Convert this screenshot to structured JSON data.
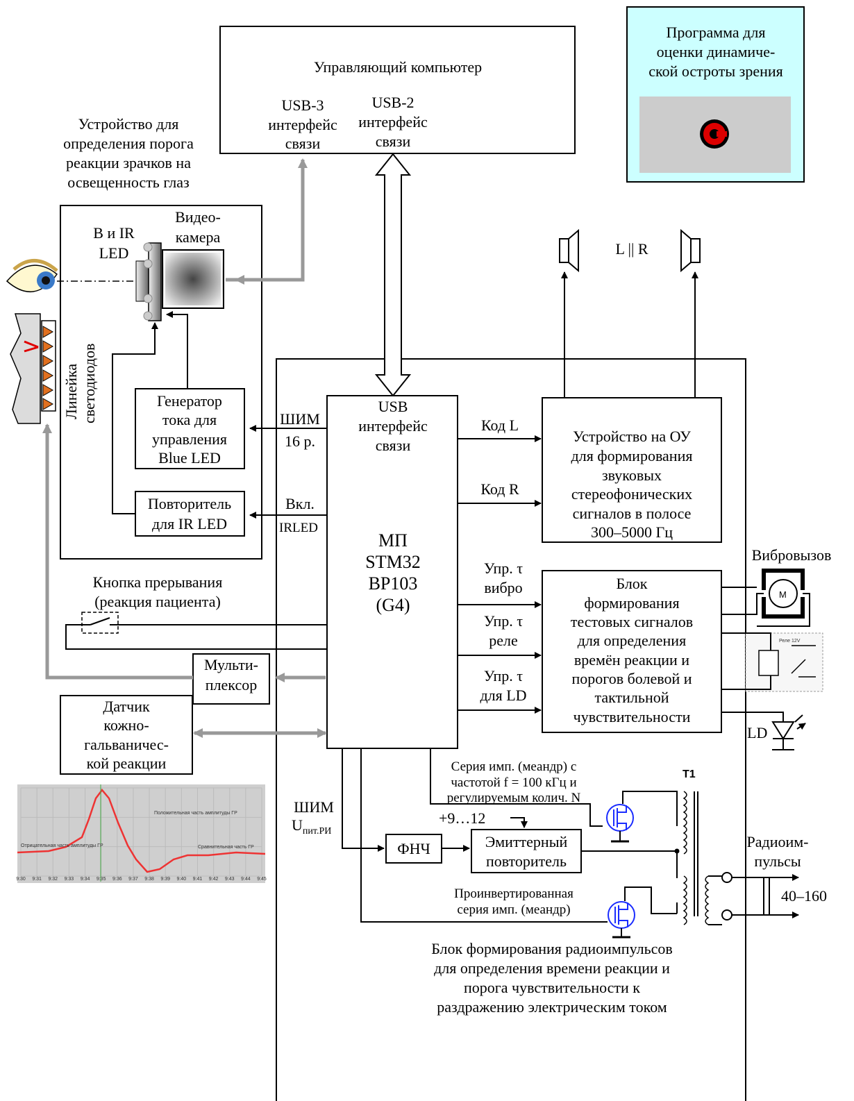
{
  "program_box": {
    "lines": [
      "Программа для",
      "оценки динамиче-",
      "ской остроты зрения"
    ]
  },
  "computer": {
    "title": "Управляющий компьютер",
    "usb3": [
      "USB-3",
      "интерфейс",
      "связи"
    ],
    "usb2": [
      "USB-2",
      "интерфейс",
      "связи"
    ]
  },
  "pupil_device": {
    "lines": [
      "Устройство для",
      "определения порога",
      "реакции зрачков на",
      "освещенность глаз"
    ]
  },
  "led_label": [
    "B и IR",
    "LED"
  ],
  "camera_label": [
    "Видео-",
    "камера"
  ],
  "led_strip_label": [
    "Линейка",
    "светодиодов"
  ],
  "current_gen": [
    "Генератор",
    "тока для",
    "управления",
    "Blue LED"
  ],
  "repeater_ir": [
    "Повторитель",
    "для IR LED"
  ],
  "pwm_16": [
    "ШИМ",
    "16 р."
  ],
  "irled_on": [
    "Вкл.",
    "IRLED"
  ],
  "mcu": {
    "usb": [
      "USB",
      "интерфейс",
      "связи"
    ],
    "name": [
      "МП",
      "STM32",
      "BP103",
      "(G4)"
    ]
  },
  "code_l": "Код L",
  "code_r": "Код R",
  "speakers_label": "L || R",
  "sound_device": [
    "Устройство на ОУ",
    "для формирования",
    "звуковых",
    "стереофонических",
    "сигналов в полосе",
    "300–5000 Гц"
  ],
  "ctrl_vibro": [
    "Упр. τ",
    "вибро"
  ],
  "ctrl_relay": [
    "Упр. τ",
    "реле"
  ],
  "ctrl_ld": [
    "Упр. τ",
    "для LD"
  ],
  "test_block": [
    "Блок",
    "формирования",
    "тестовых сигналов",
    "для определения",
    "времён реакции и",
    "порогов болевой и",
    "тактильной",
    "чувствительности"
  ],
  "vibro_label": "Вибровызов",
  "ld_label": "LD",
  "button_label": [
    "Кнопка прерывания",
    "(реакция пациента)"
  ],
  "mux": [
    "Мульти-",
    "плексор"
  ],
  "gsr_sensor": [
    "Датчик",
    "кожно-",
    "гальваничес-",
    "кой реакции"
  ],
  "pulse_series": [
    "Серия имп. (меандр) с",
    "частотой f = 100 кГц и",
    "регулируемым колич. N"
  ],
  "supply_voltage": "+9…12",
  "pwm_supply": {
    "main": "ШИМ",
    "sub_main": "U",
    "sub_index": "пит.РИ"
  },
  "lpf": "ФНЧ",
  "emitter_follower": [
    "Эмиттерный",
    "повторитель"
  ],
  "inverted_series": [
    "Проинвертированная",
    "серия имп. (меандр)"
  ],
  "transformer": "T1",
  "radio_pulses": [
    "Радиоим-",
    "пульсы"
  ],
  "pulse_range": "40–160",
  "rp_block_caption": [
    "Блок формирования радиоимпульсов",
    "для определения времени реакции и",
    "порога чувствительности к",
    "раздражению электрическим током"
  ],
  "relay_tag": "Реле 12V",
  "gsr_chart": {
    "annotations": [
      "Положительная часть амплитуды ГР",
      "Отрицательная часть амплитуды ГР",
      "Сравнительная часть ГР"
    ],
    "x_ticks": [
      "9:30",
      "9:31",
      "9:32",
      "9:33",
      "9:34",
      "9:35",
      "9:36",
      "9:37",
      "9:38",
      "9:39",
      "9:40",
      "9:41",
      "9:42",
      "9:43",
      "9:44",
      "9:45"
    ]
  },
  "colors": {
    "program_bg": "#ccffff",
    "arrow_gray": "#999999",
    "target_red": "#dd0000",
    "chart_bg": "#cfcfcf",
    "chart_line": "#ee3333",
    "mosfet_blue": "#1a2cff"
  }
}
